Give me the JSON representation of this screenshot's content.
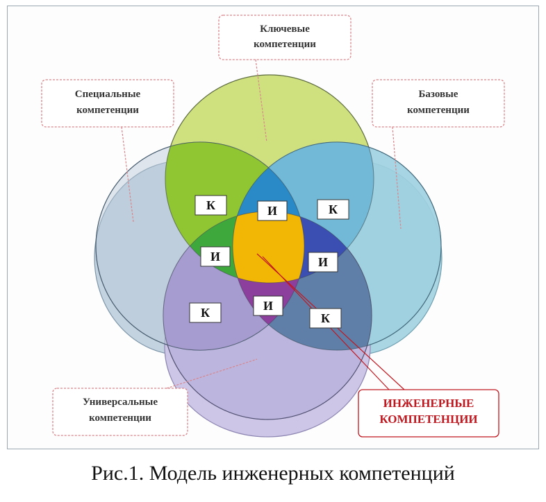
{
  "callouts": {
    "key": [
      "Ключевые",
      "компетенции"
    ],
    "special": [
      "Специальные",
      "компетенции"
    ],
    "basic": [
      "Базовые",
      "компетенции"
    ],
    "universal": [
      "Универсальные",
      "компетенции"
    ],
    "engineering": [
      "ИНЖЕНЕРНЫЕ",
      "КОМПЕТЕНЦИИ"
    ]
  },
  "tags": {
    "k": "К",
    "i": "И"
  },
  "caption": "Рис.1. Модель инженерных компетенций",
  "colors": {
    "key_circle": "#cfe07e",
    "special_circle": "#c3d3e0",
    "basic_circle": "#a7d5e2",
    "universal_circle": "#c3bce0",
    "engineering_core": "#f2b705",
    "callout_border": "#d9848a",
    "engineering_border": "#c0171f"
  }
}
